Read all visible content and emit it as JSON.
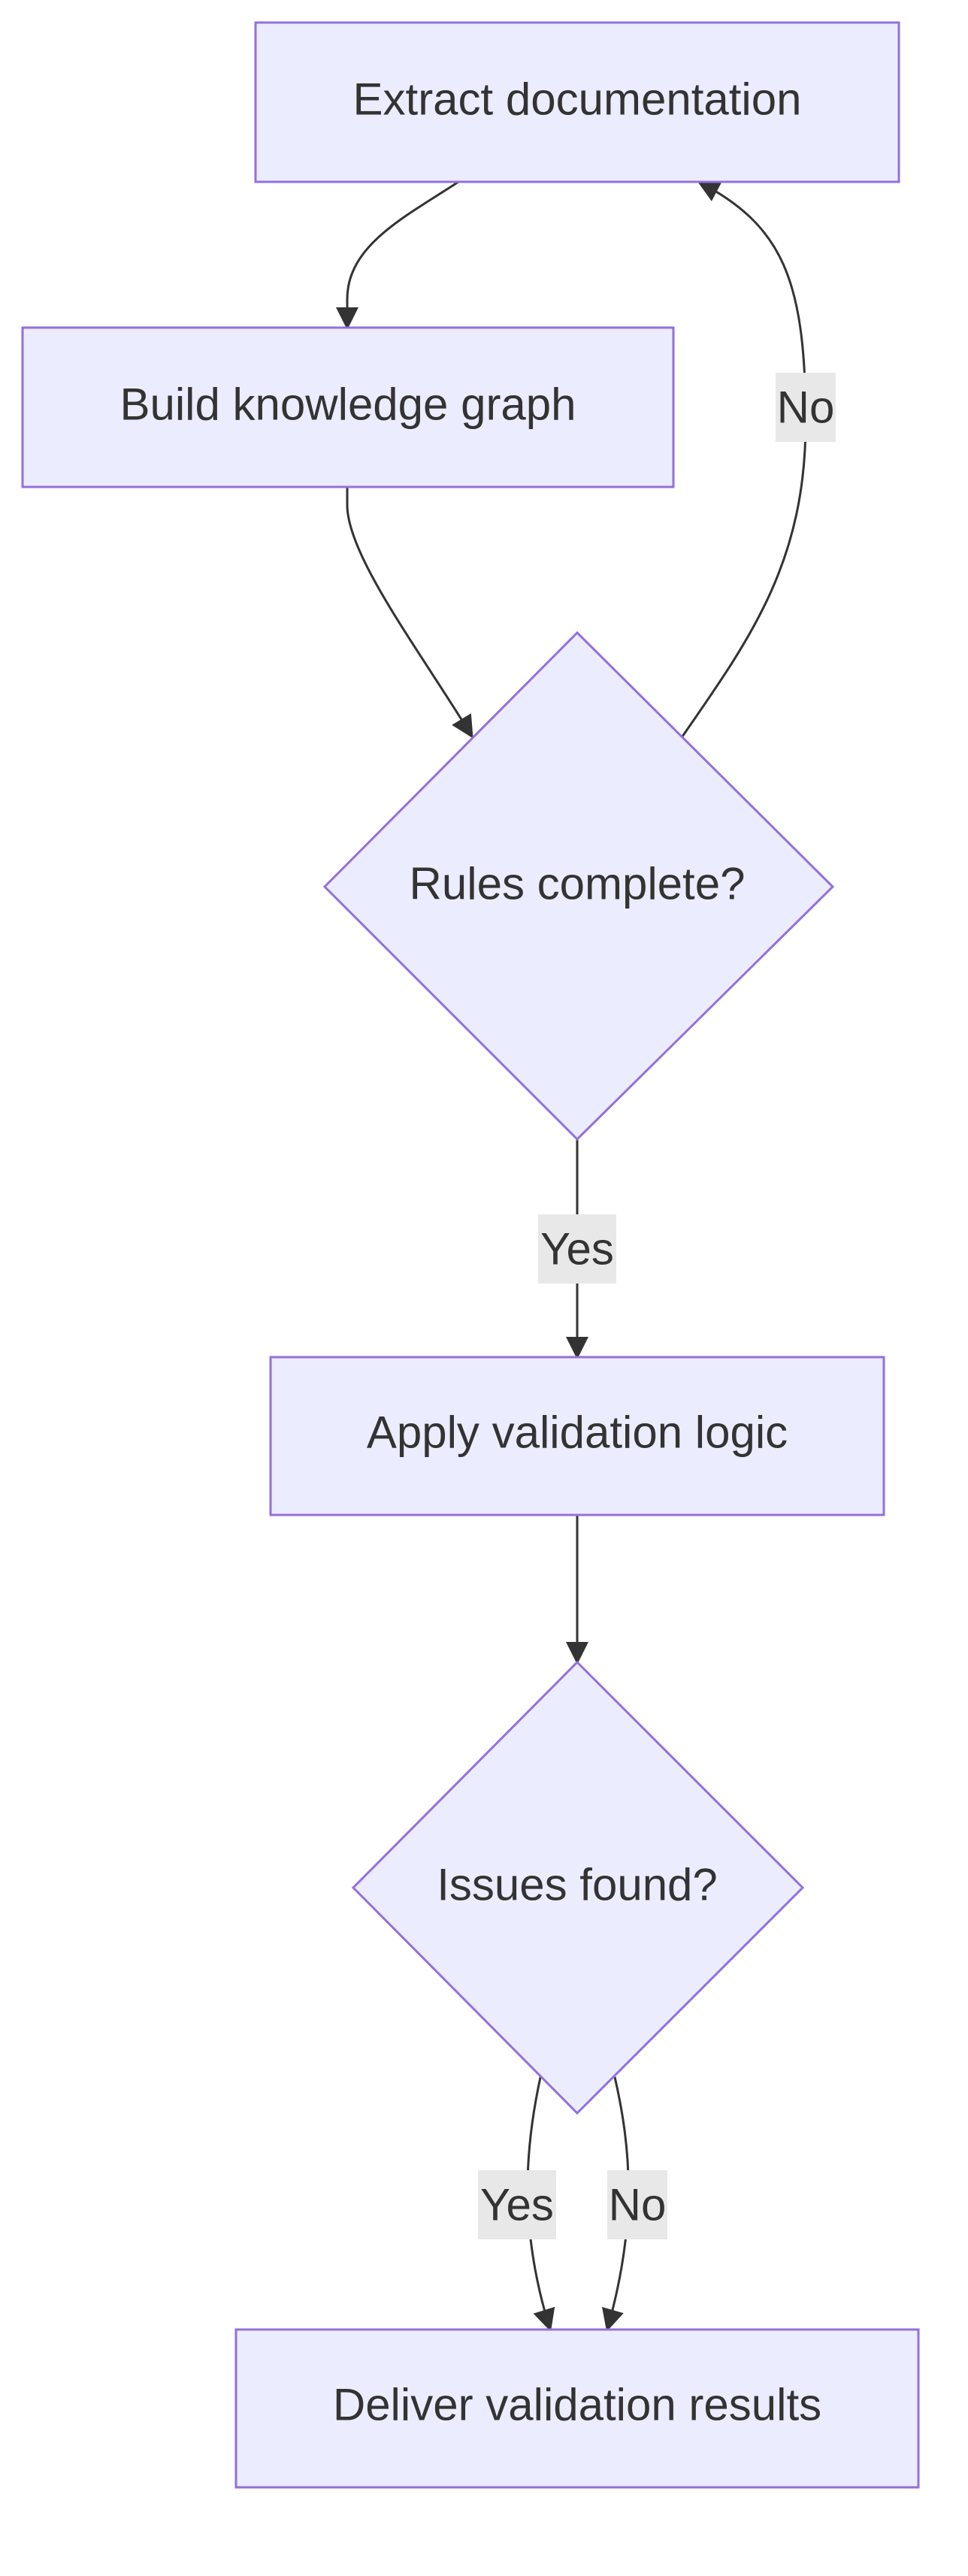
{
  "colors": {
    "node_fill": "#ECECFF",
    "node_stroke": "#9370DB",
    "edge": "#333333",
    "text": "#333333",
    "label_bg": "#e8e8e8"
  },
  "nodes": {
    "extract": {
      "label": "Extract documentation",
      "shape": "rect"
    },
    "build": {
      "label": "Build knowledge graph",
      "shape": "rect"
    },
    "rules": {
      "label": "Rules complete?",
      "shape": "diamond"
    },
    "apply": {
      "label": "Apply validation logic",
      "shape": "rect"
    },
    "issues": {
      "label": "Issues found?",
      "shape": "diamond"
    },
    "deliver": {
      "label": "Deliver validation results",
      "shape": "rect"
    }
  },
  "edges": {
    "extract_to_build": {
      "from": "extract",
      "to": "build",
      "label": ""
    },
    "build_to_rules": {
      "from": "build",
      "to": "rules",
      "label": ""
    },
    "rules_no": {
      "from": "rules",
      "to": "extract",
      "label": "No"
    },
    "rules_yes": {
      "from": "rules",
      "to": "apply",
      "label": "Yes"
    },
    "apply_to_issues": {
      "from": "apply",
      "to": "issues",
      "label": ""
    },
    "issues_yes": {
      "from": "issues",
      "to": "deliver",
      "label": "Yes"
    },
    "issues_no": {
      "from": "issues",
      "to": "deliver",
      "label": "No"
    }
  }
}
